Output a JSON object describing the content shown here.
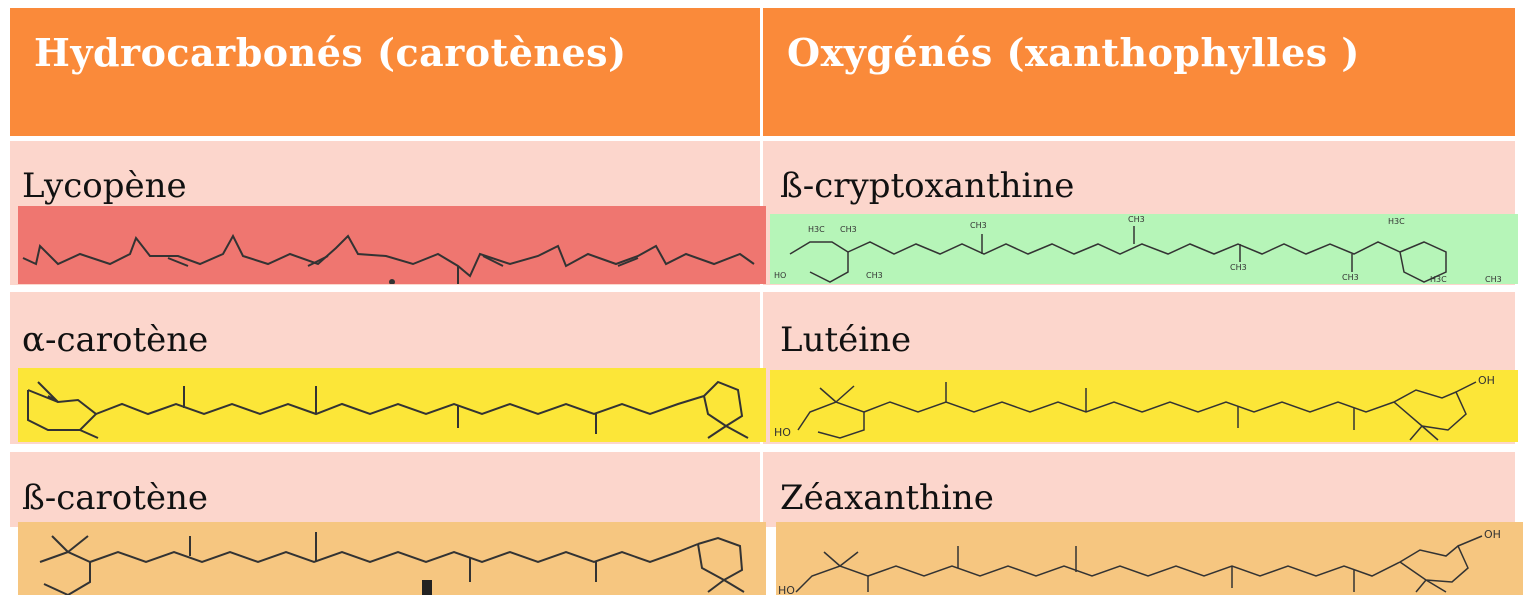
{
  "table": {
    "headers": [
      "Hydrocarbonés (carotènes)",
      "Oxygénés (xanthophylles )"
    ],
    "rows": [
      {
        "left": "Lycopène",
        "right": "ß-cryptoxanthine"
      },
      {
        "left": "α-carotène",
        "right": "Lutéine"
      },
      {
        "left": "ß-carotène",
        "right": "Zéaxanthine"
      }
    ]
  },
  "structures": {
    "lycopene": {
      "highlight_color": "#ef7670"
    },
    "alpha_carotene": {
      "highlight_color": "#fce638"
    },
    "beta_carotene": {
      "highlight_color": "#f6c680"
    },
    "cryptoxanthin": {
      "highlight_color": "#b6f5b8",
      "labels": [
        "H3C",
        "CH3",
        "CH3",
        "CH3",
        "H3C",
        "HO",
        "CH3",
        "CH3",
        "CH3",
        "H3C",
        "CH3"
      ]
    },
    "lutein": {
      "highlight_color": "#fce638",
      "labels": [
        "OH",
        "HO"
      ]
    },
    "zeaxanthin": {
      "highlight_color": "#f6c680",
      "labels": [
        "OH",
        "HO"
      ]
    }
  }
}
